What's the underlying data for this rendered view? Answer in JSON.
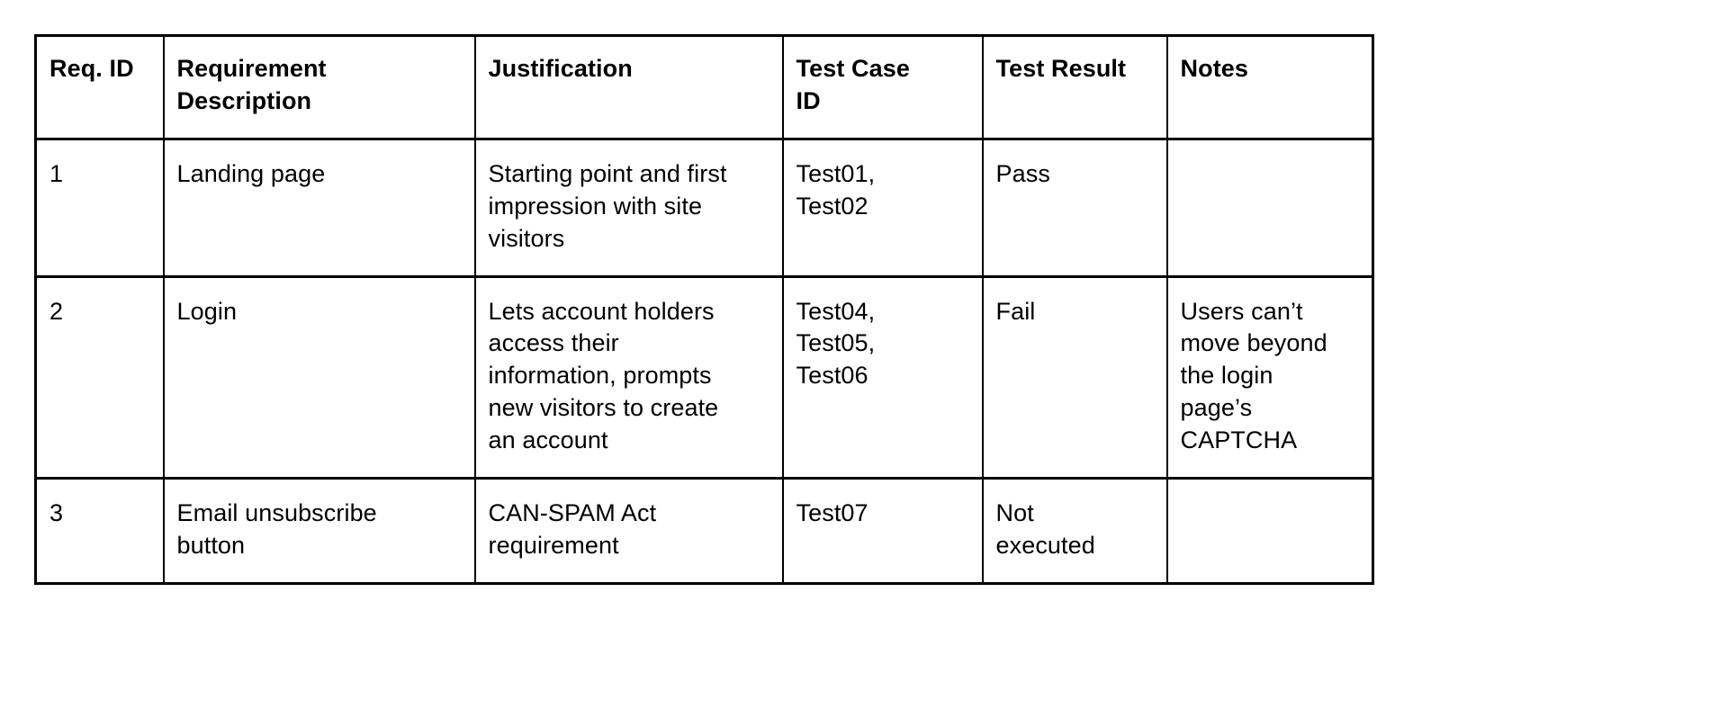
{
  "document": {
    "type": "requirements-traceability-table"
  },
  "table": {
    "columns": [
      {
        "key": "req_id",
        "label": "Req. ID"
      },
      {
        "key": "description",
        "label": "Requirement\nDescription"
      },
      {
        "key": "justification",
        "label": "Justification"
      },
      {
        "key": "test_case_id",
        "label": "Test Case\nID"
      },
      {
        "key": "test_result",
        "label": "Test Result"
      },
      {
        "key": "notes",
        "label": "Notes"
      }
    ],
    "rows": [
      {
        "req_id": "1",
        "description": "Landing page",
        "justification": "Starting point and first\nimpression with site\nvisitors",
        "test_case_id": "Test01,\nTest02",
        "test_result": "Pass",
        "notes": ""
      },
      {
        "req_id": "2",
        "description": "Login",
        "justification": "Lets account holders\naccess their\ninformation, prompts\nnew visitors to create\nan account",
        "test_case_id": "Test04,\nTest05,\nTest06",
        "test_result": "Fail",
        "notes": "Users can’t\nmove beyond\nthe login\npage’s\nCAPTCHA"
      },
      {
        "req_id": "3",
        "description": "Email unsubscribe\nbutton",
        "justification": "CAN-SPAM Act\nrequirement",
        "test_case_id": "Test07",
        "test_result": "Not\nexecuted",
        "notes": ""
      }
    ]
  },
  "colors": {
    "border": "#000000",
    "text": "#000000",
    "background": "#ffffff"
  }
}
